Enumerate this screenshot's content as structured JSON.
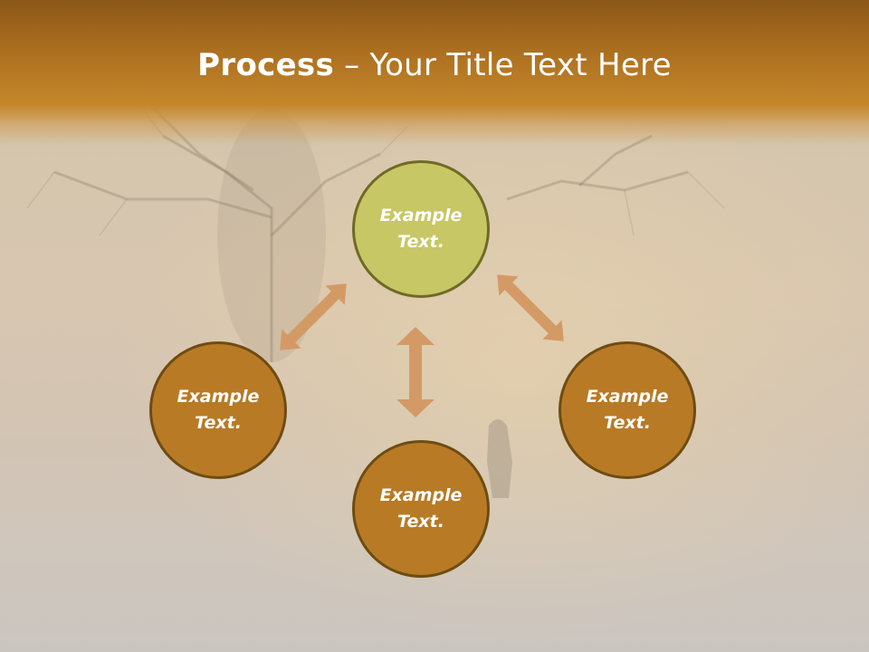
{
  "title": {
    "bold": "Process",
    "rest": " – Your Title Text Here"
  },
  "nodes": {
    "top": "Example Text.",
    "left": "Example Text.",
    "right": "Example Text.",
    "bottom": "Example Text."
  },
  "colors": {
    "header": "#b7771f",
    "node_brown": "#b87a25",
    "node_green": "#c7c765",
    "arrow": "#d39a66"
  }
}
